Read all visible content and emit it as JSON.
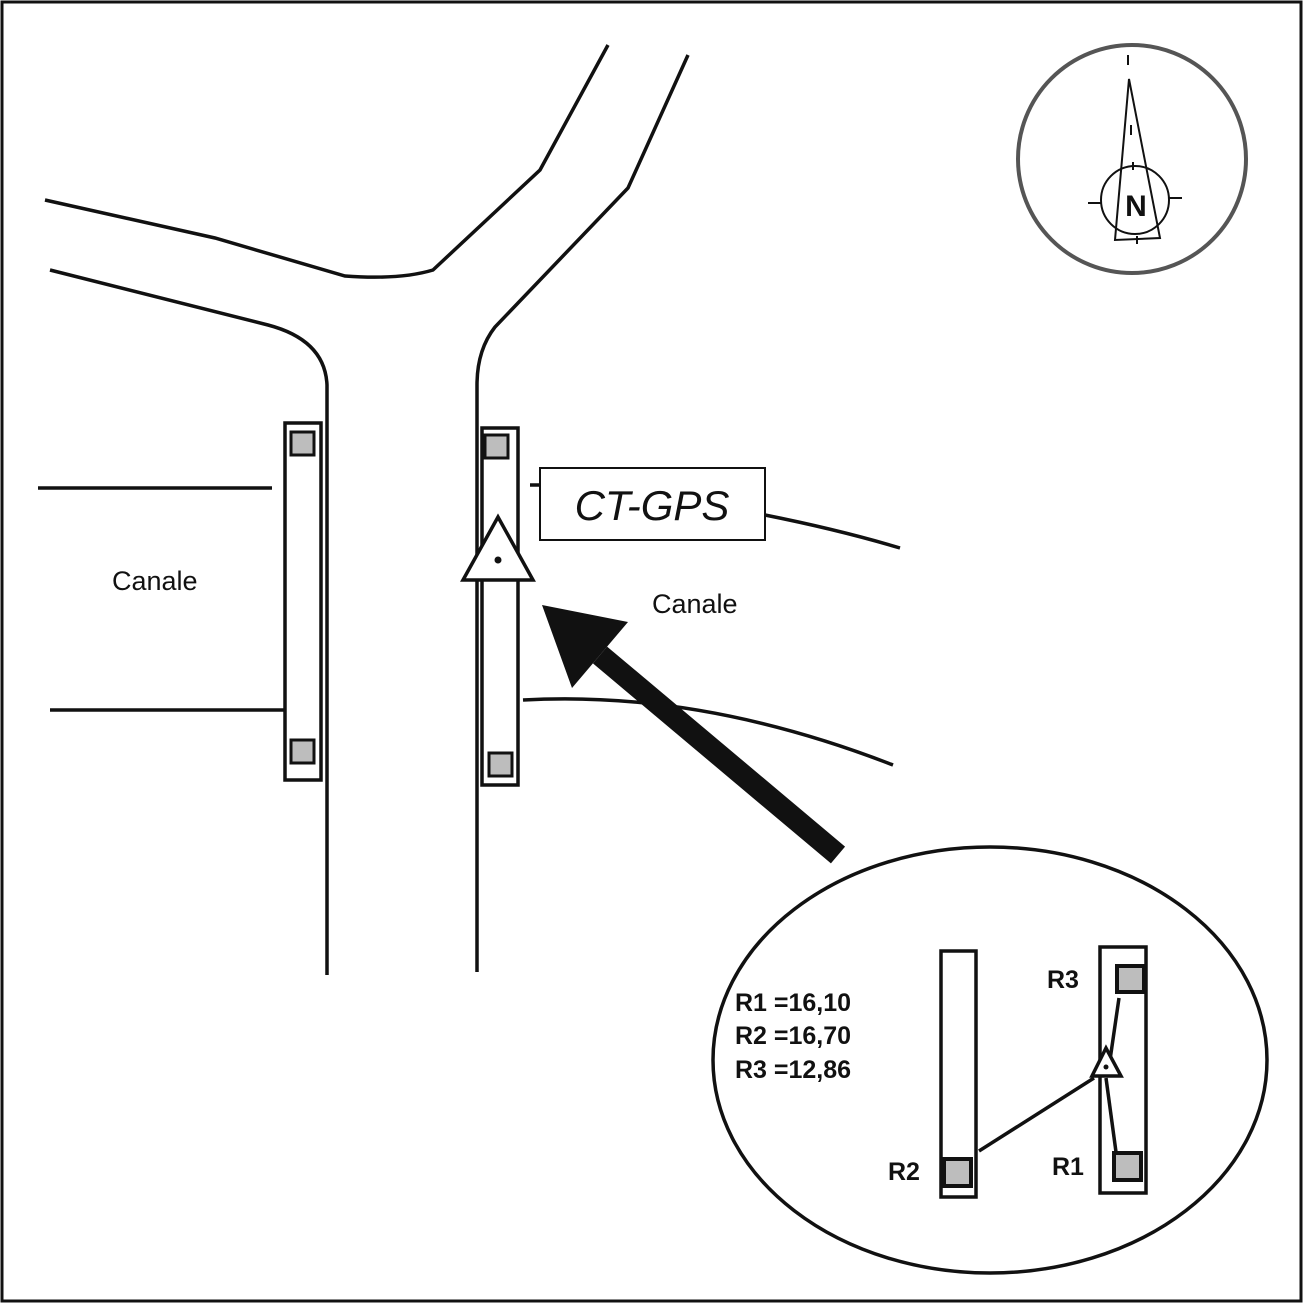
{
  "labels": {
    "canal_left": "Canale",
    "canal_right": "Canale",
    "station": "CT-GPS",
    "compass_north": "N"
  },
  "inset": {
    "distances": [
      "R1 =16,10",
      "R2 =16,70",
      "R3 =12,86"
    ],
    "receivers": {
      "r1": "R1",
      "r2": "R2",
      "r3": "R3"
    }
  },
  "colors": {
    "line": "#111111",
    "marker_fill": "#bdbdbd",
    "compass_ring": "#555555"
  }
}
